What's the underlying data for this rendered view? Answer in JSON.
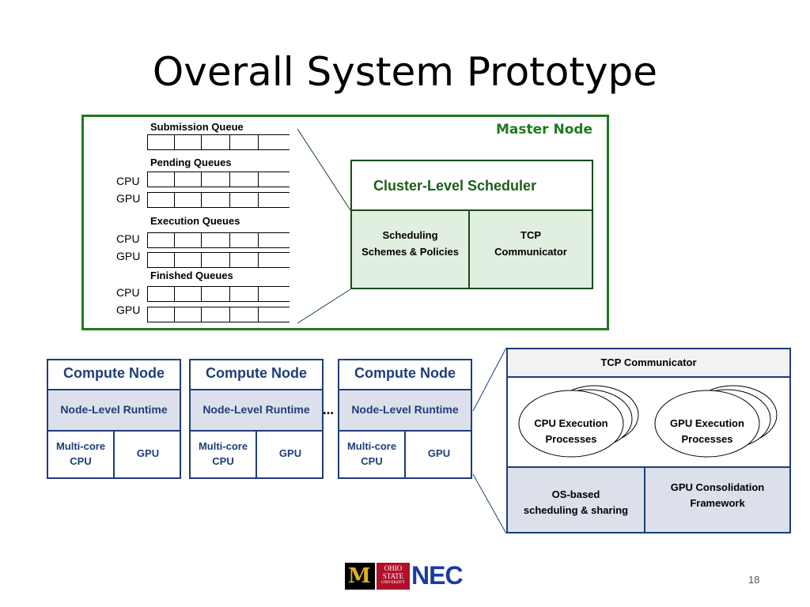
{
  "title": "Overall System Prototype",
  "master": {
    "label": "Master Node",
    "submission_label": "Submission Queue",
    "pending_label": "Pending Queues",
    "execution_label": "Execution Queues",
    "finished_label": "Finished Queues",
    "cpu": "CPU",
    "gpu": "GPU"
  },
  "cluster_scheduler": {
    "title": "Cluster-Level Scheduler",
    "left_line1": "Scheduling",
    "left_line2": "Schemes & Policies",
    "right_line1": "TCP",
    "right_line2": "Communicator"
  },
  "compute_nodes": [
    {
      "title": "Compute Node",
      "runtime": "Node-Level Runtime",
      "cpu_line1": "Multi-core",
      "cpu_line2": "CPU",
      "gpu": "GPU"
    },
    {
      "title": "Compute Node",
      "runtime": "Node-Level Runtime",
      "cpu_line1": "Multi-core",
      "cpu_line2": "CPU",
      "gpu": "GPU"
    },
    {
      "title": "Compute Node",
      "runtime": "Node-Level Runtime",
      "cpu_line1": "Multi-core",
      "cpu_line2": "CPU",
      "gpu": "GPU"
    }
  ],
  "ellipsis": "…",
  "tcp_detail": {
    "header": "TCP Communicator",
    "cpu_proc_line1": "CPU Execution",
    "cpu_proc_line2": "Processes",
    "gpu_proc_line1": "GPU Execution",
    "gpu_proc_line2": "Processes",
    "os_line1": "OS-based",
    "os_line2": "scheduling & sharing",
    "gpucons_line1": "GPU Consolidation",
    "gpucons_line2": "Framework"
  },
  "logos": {
    "mu": "M",
    "osu_line1": "OHIO",
    "osu_line2": "STATE",
    "osu_line3": "UNIVERSITY",
    "nec": "NEC"
  },
  "page_number": "18",
  "colors": {
    "master_green": "#1e7a1e",
    "node_blue": "#1f3d7a",
    "light_green": "#e1efe1",
    "light_blue": "#dbe0ea"
  }
}
